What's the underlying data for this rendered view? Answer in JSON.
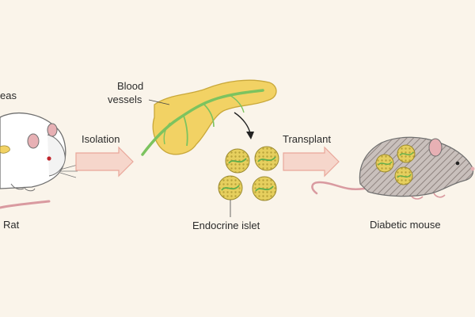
{
  "labels": {
    "pancreas": "eas",
    "rat": "Rat",
    "isolation": "Isolation",
    "blood_vessels_line1": "Blood",
    "blood_vessels_line2": "vessels",
    "transplant": "Transplant",
    "endocrine_islet": "Endocrine islet",
    "diabetic_mouse": "Diabetic mouse"
  },
  "icons": {
    "rat": "white-rat-icon",
    "pancreas": "pancreas-icon",
    "islets": "islet-cluster-icon",
    "mouse": "striped-mouse-icon",
    "arrow": "right-arrow-icon"
  },
  "colors": {
    "background": "#faf4ea",
    "arrow_fill": "#f6d6cb",
    "arrow_stroke": "#e9a79a",
    "pancreas_fill": "#f2d264",
    "vessel_green": "#7cc35f",
    "islet_yellow": "#e8d36a",
    "mouse_grey": "#b7aeaa",
    "ear_pink": "#e7b0b4",
    "text": "#2b2b2b"
  }
}
